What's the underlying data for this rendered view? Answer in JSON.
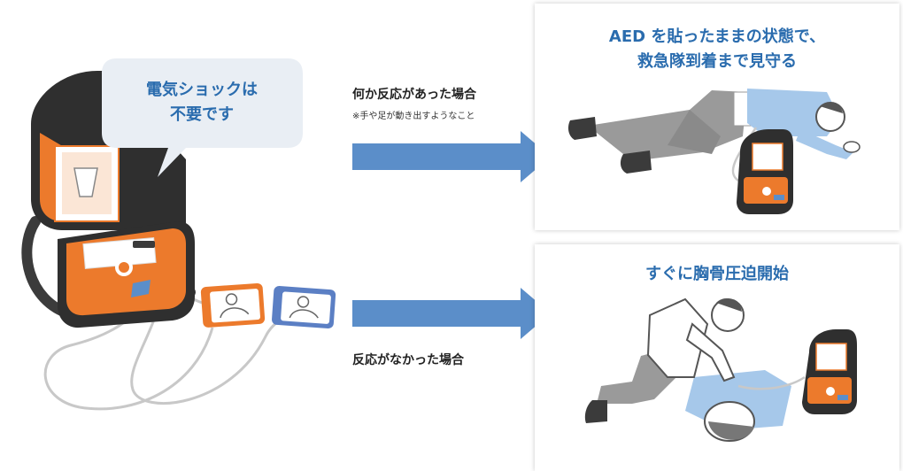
{
  "speech_bubble": {
    "line1": "電気ショックは",
    "line2": "不要です"
  },
  "branches": {
    "responded": {
      "label": "何か反応があった場合",
      "note": "※手や足が動き出すようなこと"
    },
    "no_response": {
      "label": "反応がなかった場合"
    }
  },
  "outcomes": {
    "keep_aed": {
      "title_line1": "AED を貼ったままの状態で、",
      "title_line2": "救急隊到着まで見守る"
    },
    "cpr": {
      "title": "すぐに胸骨圧迫開始"
    }
  },
  "colors": {
    "arrow": "#5b8ec9",
    "text_accent": "#2a6cae",
    "aed_orange": "#ec7a2c",
    "bubble_bg": "#e9eef4",
    "shirt_blue": "#a6c8ea",
    "pants_gray": "#9a9a9a"
  }
}
